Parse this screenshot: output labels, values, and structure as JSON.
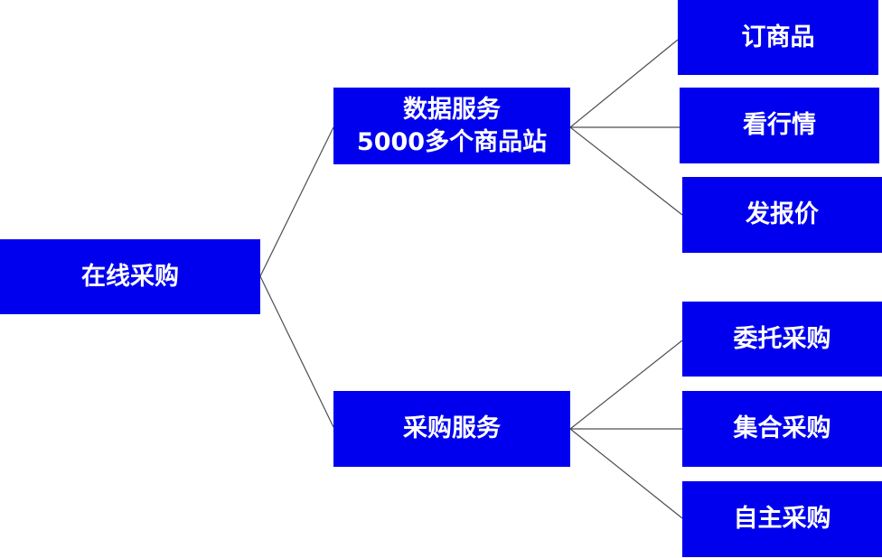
{
  "diagram": {
    "root": {
      "label": "在线采购"
    },
    "branches": [
      {
        "line1": "数据服务",
        "line2": "5000多个商品站",
        "children": [
          "订商品",
          "看行情",
          "发报价"
        ]
      },
      {
        "line1": "采购服务",
        "children": [
          "委托采购",
          "集合采购",
          "自主采购"
        ]
      }
    ]
  },
  "colors": {
    "box_fill": "#0000ee",
    "box_text": "#ffffff",
    "connector": "#4d4d4d",
    "background": "#ffffff"
  }
}
